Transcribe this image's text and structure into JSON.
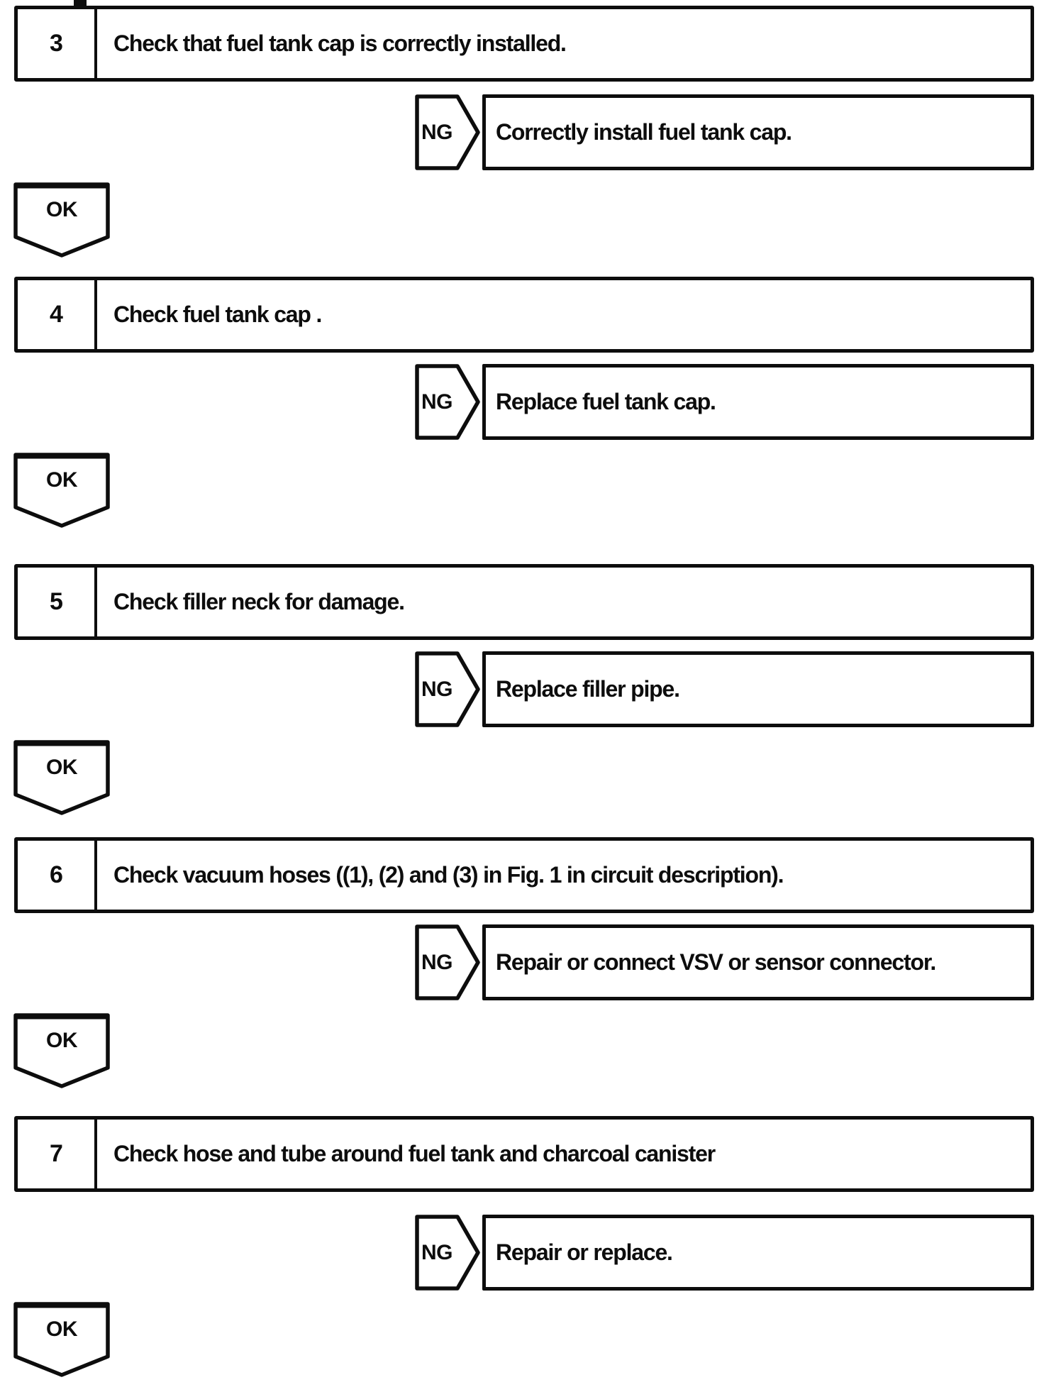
{
  "page": {
    "type": "troubleshooting-flowchart",
    "ink_color": "#0d0d0d",
    "paper_color": "#ffffff",
    "steps": [
      {
        "number": "3",
        "instruction": "Check that fuel tank cap is correctly installed.",
        "ng_label": "NG",
        "ng_action": "Correctly install fuel tank cap.",
        "ok_label": "OK"
      },
      {
        "number": "4",
        "instruction": "Check fuel tank cap .",
        "ng_label": "NG",
        "ng_action": "Replace fuel tank cap.",
        "ok_label": "OK"
      },
      {
        "number": "5",
        "instruction": "Check filler neck for damage.",
        "ng_label": "NG",
        "ng_action": "Replace filler pipe.",
        "ok_label": "OK"
      },
      {
        "number": "6",
        "instruction": "Check vacuum hoses ((1), (2) and (3) in Fig. 1 in circuit description).",
        "ng_label": "NG",
        "ng_action": "Repair or connect VSV or sensor connector.",
        "ok_label": "OK"
      },
      {
        "number": "7",
        "instruction": "Check hose and tube around fuel tank and charcoal canister",
        "ng_label": "NG",
        "ng_action": "Repair or replace.",
        "ok_label": "OK"
      }
    ]
  }
}
